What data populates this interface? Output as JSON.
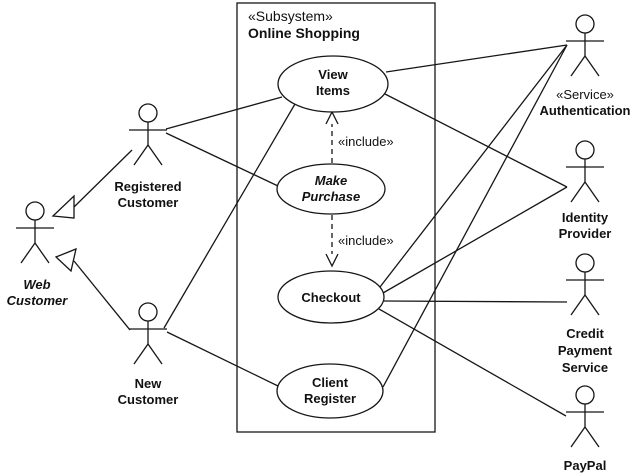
{
  "subsystem": {
    "stereotype": "«Subsystem»",
    "name": "Online Shopping"
  },
  "usecases": {
    "view_items": {
      "line1": "View",
      "line2": "Items"
    },
    "make_purchase": {
      "line1": "Make",
      "line2": "Purchase"
    },
    "checkout": {
      "name": "Checkout"
    },
    "client_register": {
      "line1": "Client",
      "line2": "Register"
    }
  },
  "actors": {
    "web_customer": {
      "line1": "Web",
      "line2": "Customer"
    },
    "registered_customer": {
      "line1": "Registered",
      "line2": "Customer"
    },
    "new_customer": {
      "line1": "New",
      "line2": "Customer"
    },
    "authentication": {
      "stereotype": "«Service»",
      "name": "Authentication"
    },
    "identity_provider": {
      "line1": "Identity",
      "line2": "Provider"
    },
    "credit_payment_service": {
      "line1": "Credit",
      "line2": "Payment",
      "line3": "Service"
    },
    "paypal": {
      "name": "PayPal"
    }
  },
  "relationships": {
    "include_label": "«include»"
  }
}
